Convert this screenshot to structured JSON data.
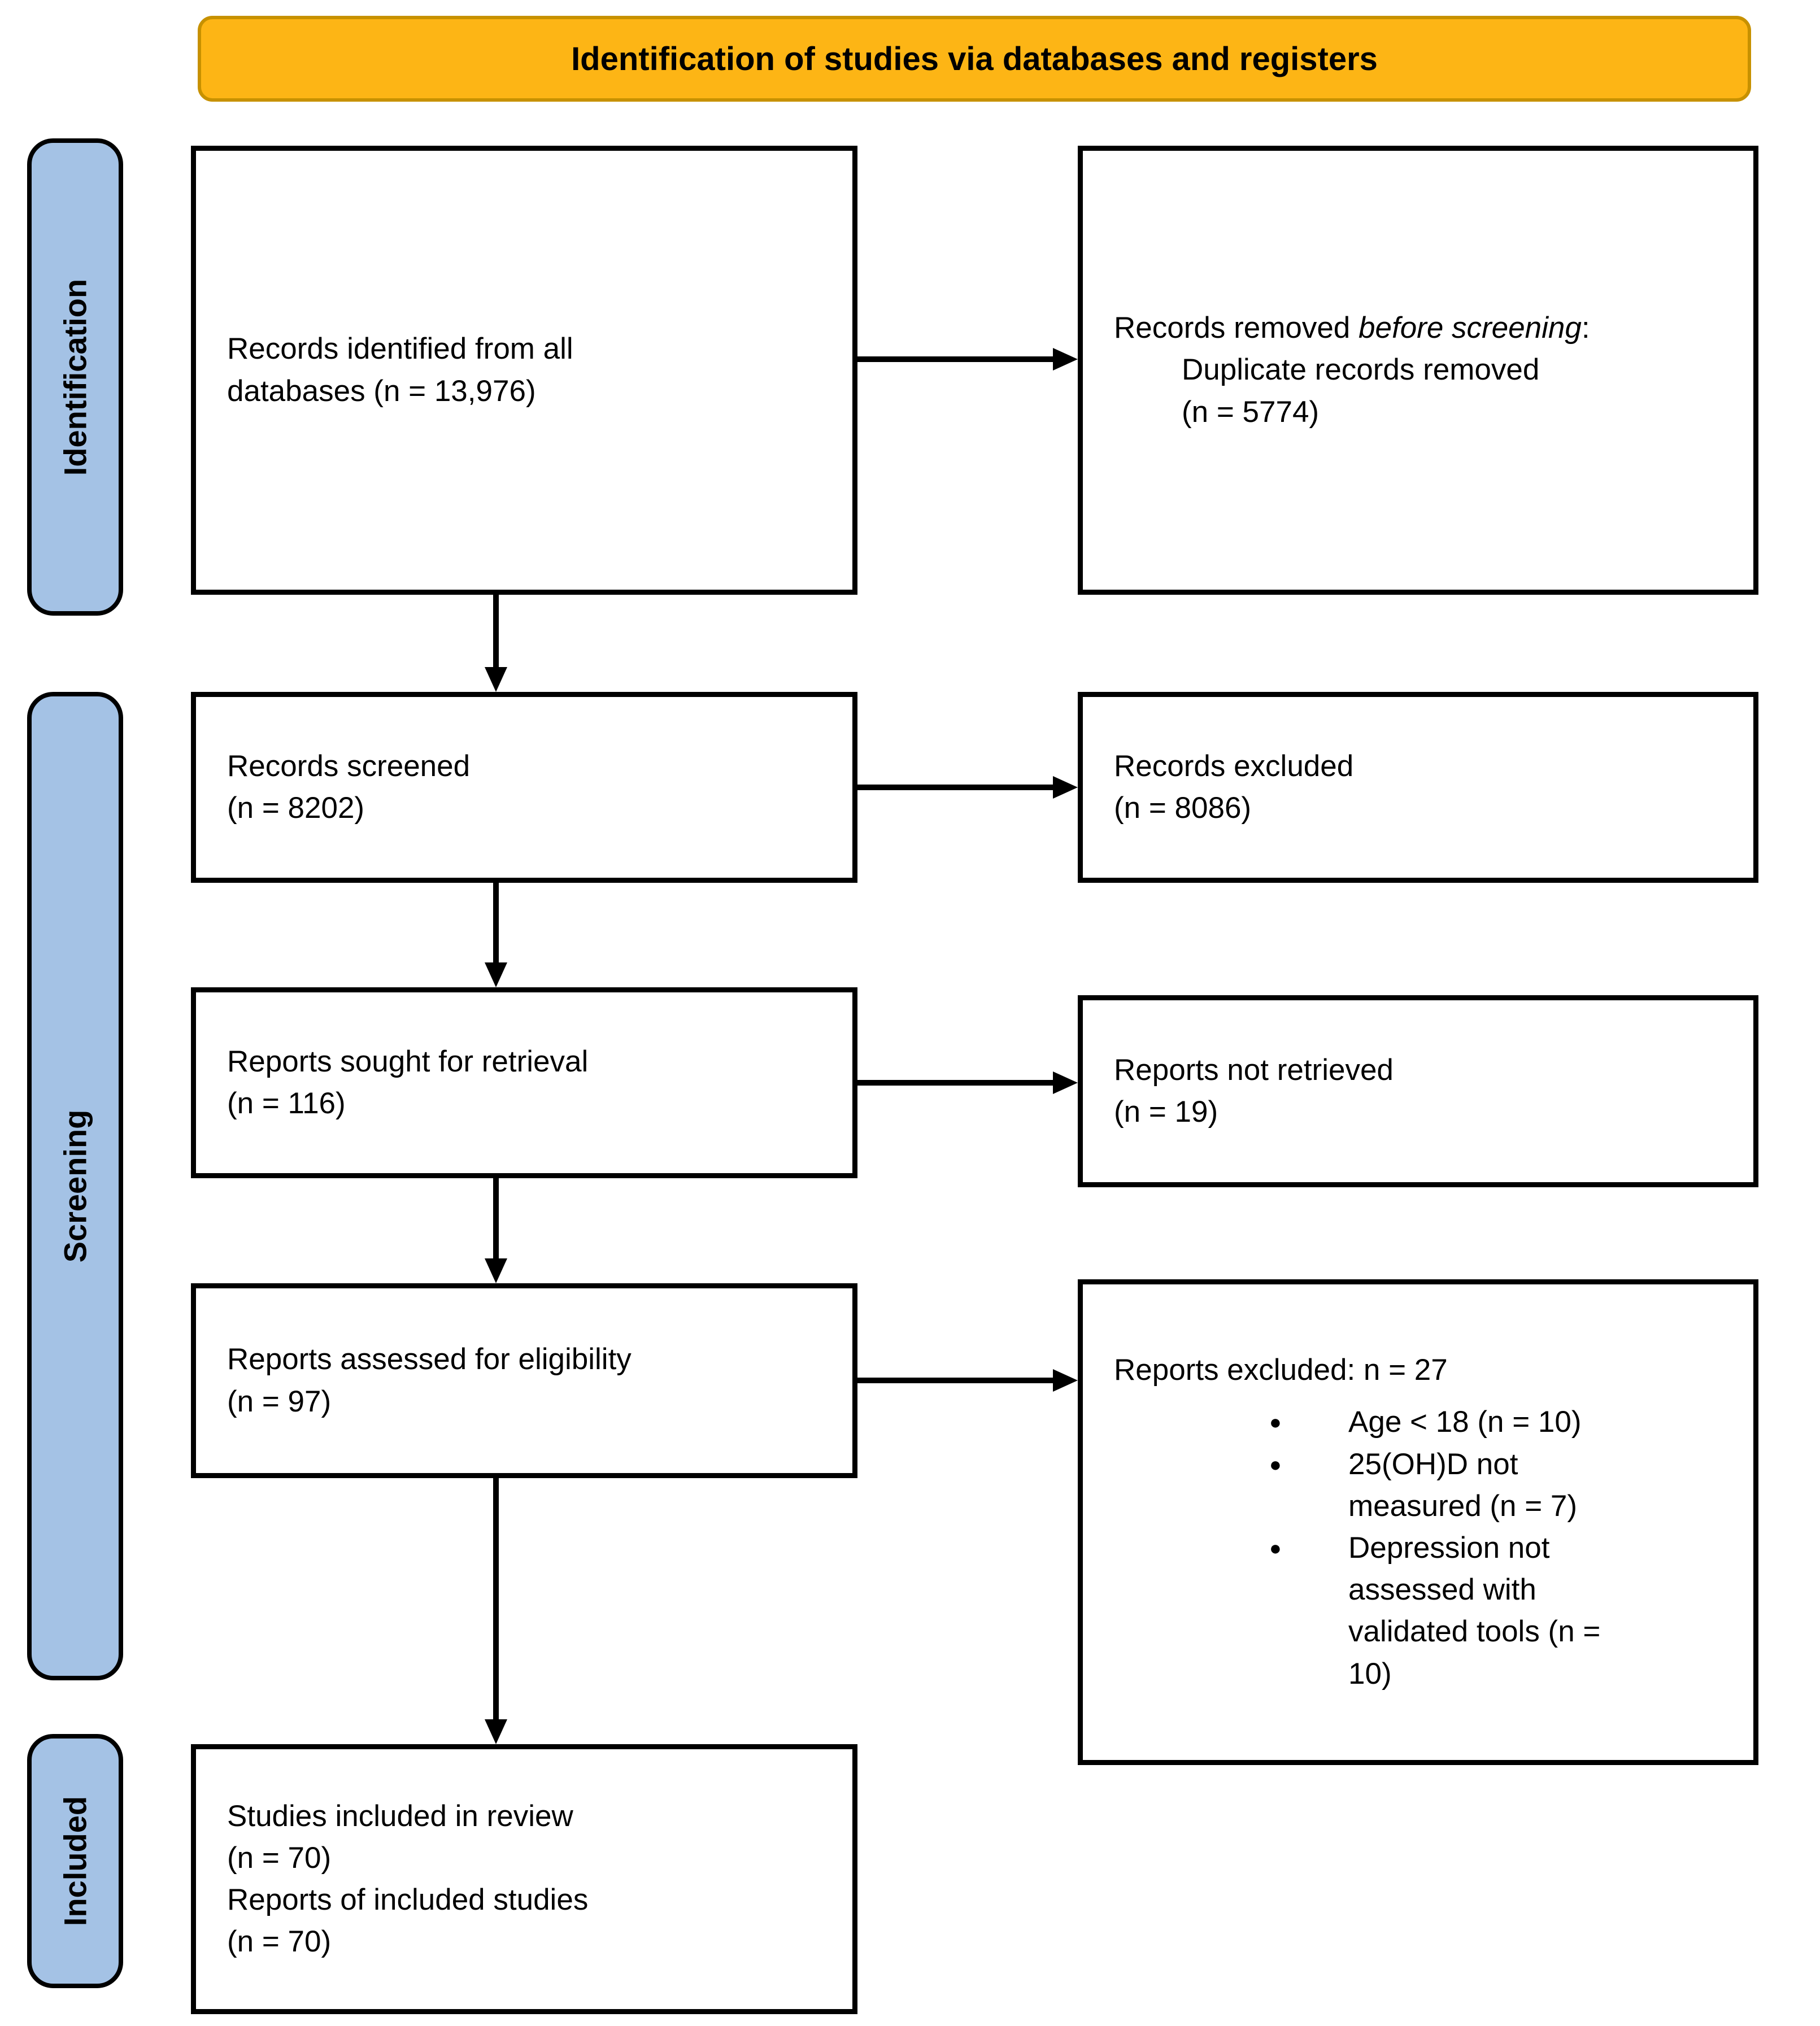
{
  "header": {
    "title": "Identification of studies via databases and registers"
  },
  "sidebar": {
    "identification": "Identification",
    "screening": "Screening",
    "included": "Included"
  },
  "colors": {
    "header_fill": "#FDB515",
    "header_border": "#C79100",
    "sidebar_fill": "#A4C2E5",
    "box_border": "#000000",
    "background": "#FFFFFF"
  },
  "boxes": {
    "records_identified": {
      "text": "Records identified from all\ndatabases (n = 13,976)"
    },
    "records_removed": {
      "pre": "Records removed ",
      "italic": "before screening",
      "post": ":",
      "detail": "Duplicate records removed\n(n = 5774)"
    },
    "records_screened": {
      "text": "Records screened\n(n = 8202)"
    },
    "records_excluded": {
      "text": "Records excluded\n(n = 8086)"
    },
    "reports_sought": {
      "text": "Reports sought for retrieval\n(n = 116)"
    },
    "reports_not_retrieved": {
      "text": "Reports not retrieved\n(n = 19)"
    },
    "reports_assessed": {
      "text": "Reports assessed for eligibility\n(n = 97)"
    },
    "reports_excluded": {
      "title": "Reports excluded: n = 27",
      "bullets": [
        "Age < 18 (n = 10)",
        "25(OH)D not\nmeasured (n = 7)",
        "Depression not\nassessed with\nvalidated tools (n =\n10)"
      ]
    },
    "studies_included": {
      "text": "Studies included in review\n(n = 70)\nReports of included studies\n(n = 70)"
    }
  }
}
